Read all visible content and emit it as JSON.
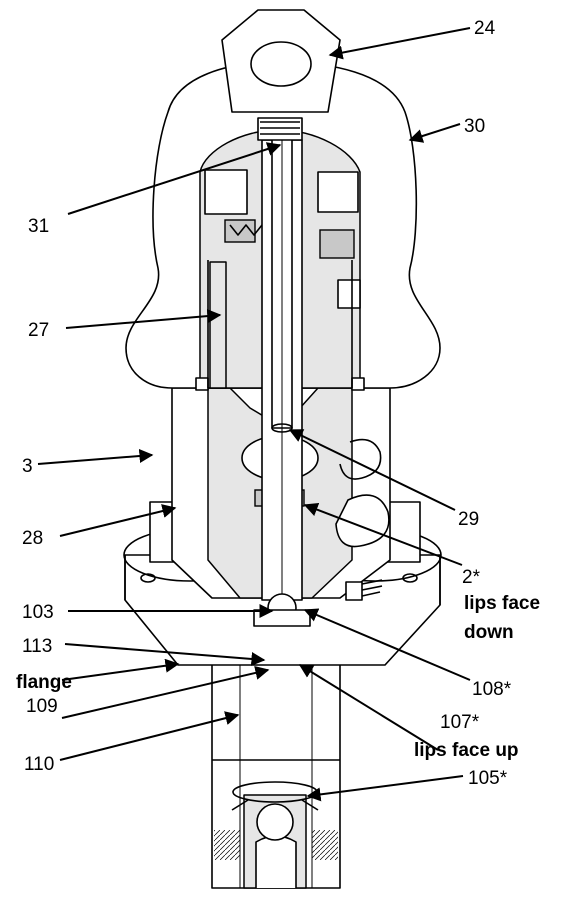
{
  "callouts": {
    "c24": "24",
    "c30": "30",
    "c31": "31",
    "c27": "27",
    "c3": "3",
    "c29": "29",
    "c28": "28",
    "c2": "2*",
    "c2_note_line1": "lips face",
    "c2_note_line2": "down",
    "c103": "103",
    "c113": "113",
    "c108": "108*",
    "c109": "109",
    "c107": "107*",
    "c107_note": "lips face up",
    "c110": "110",
    "c105": "105*",
    "flange": "flange"
  }
}
